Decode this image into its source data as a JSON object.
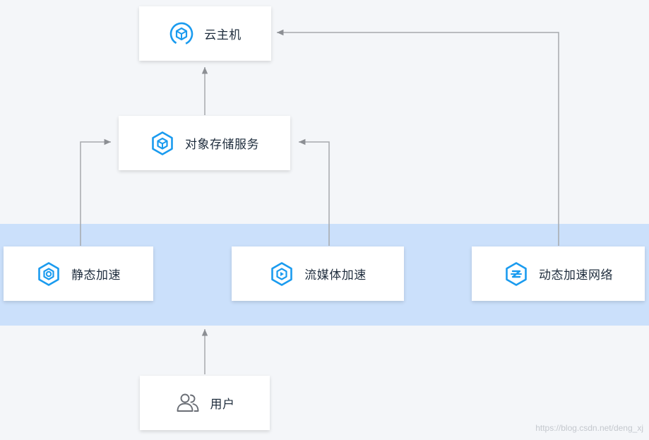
{
  "nodes": {
    "cloud_host": {
      "label": "云主机",
      "icon": "cloud-host-icon"
    },
    "object_storage": {
      "label": "对象存储服务",
      "icon": "object-storage-icon"
    },
    "static_acceleration": {
      "label": "静态加速",
      "icon": "static-acceleration-icon"
    },
    "streaming_acceleration": {
      "label": "流媒体加速",
      "icon": "streaming-acceleration-icon"
    },
    "dynamic_acceleration_network": {
      "label": "动态加速网络",
      "icon": "dynamic-acceleration-icon"
    },
    "user": {
      "label": "用户",
      "icon": "users-icon"
    }
  },
  "edges": [
    {
      "from": "user",
      "to": "acceleration-band"
    },
    {
      "from": "static_acceleration",
      "to": "object_storage"
    },
    {
      "from": "streaming_acceleration",
      "to": "object_storage"
    },
    {
      "from": "object_storage",
      "to": "cloud_host"
    },
    {
      "from": "dynamic_acceleration_network",
      "to": "cloud_host"
    }
  ],
  "colors": {
    "accent": "#1a9bef",
    "band": "#cbe0fb",
    "background": "#f4f6f9",
    "connector": "#8c8f94"
  },
  "watermark": "https://blog.csdn.net/deng_xj"
}
